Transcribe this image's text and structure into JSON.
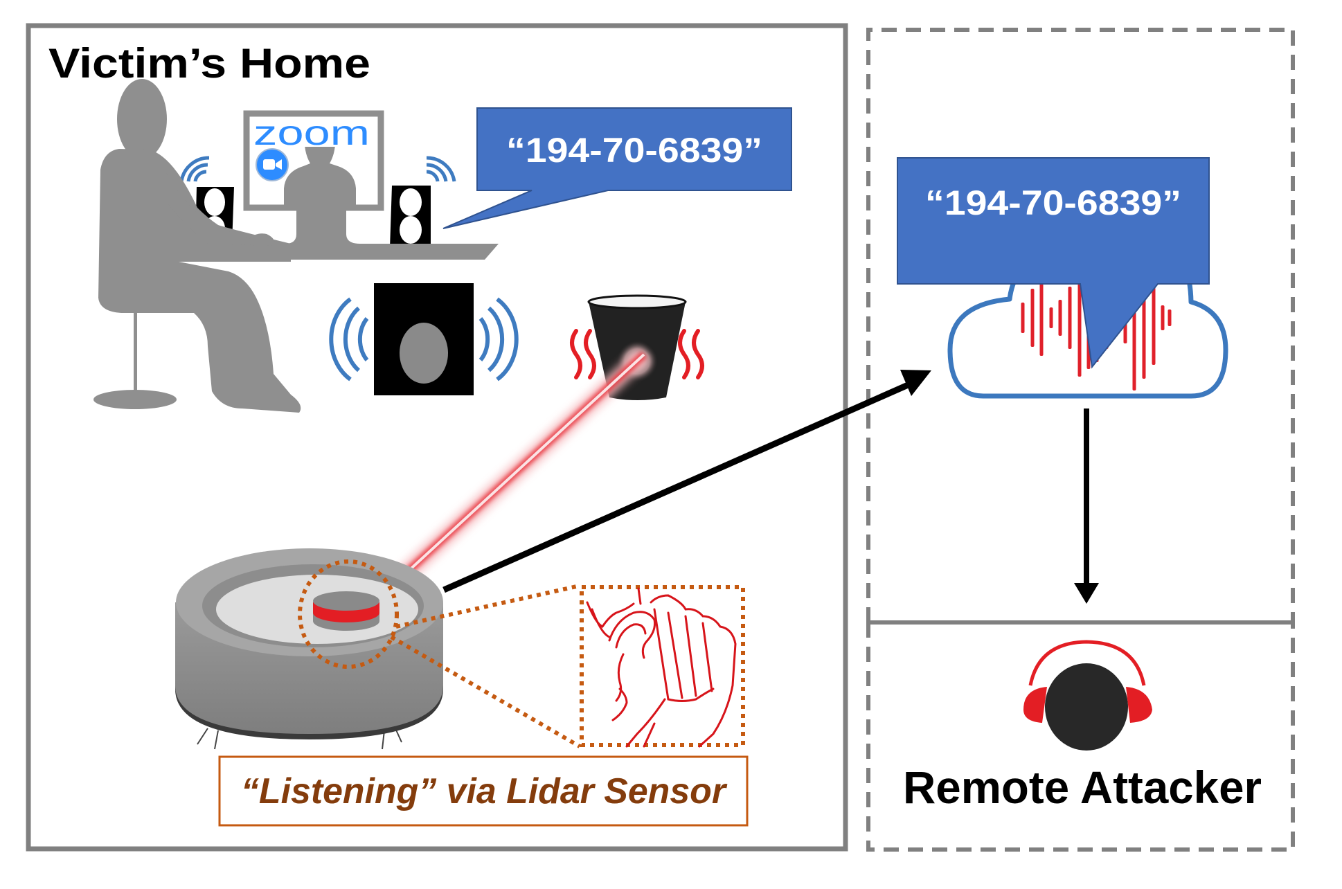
{
  "diagram": {
    "victim_panel": {
      "title": "Victim’s Home",
      "zoom_logo_text": "zoom",
      "speech_bubble_text": "“194-70-6839”",
      "caption": "“Listening” via Lidar Sensor",
      "icons": [
        "person-at-desk-icon",
        "computer-monitor-icon",
        "zoom-camera-icon",
        "desktop-speaker-left-icon",
        "desktop-speaker-right-icon",
        "subwoofer-icon",
        "cup-icon",
        "vibration-waves-icon",
        "laser-beam-icon",
        "robot-vacuum-icon",
        "lidar-sensor-icon",
        "ear-listening-icon"
      ]
    },
    "cloud_panel": {
      "speech_bubble_text": "“194-70-6839”",
      "icons": [
        "cloud-icon",
        "audio-waveform-icon"
      ]
    },
    "attacker_panel": {
      "label": "Remote Attacker",
      "icons": [
        "attacker-headphones-icon"
      ]
    },
    "flows": [
      {
        "from": "robot-vacuum",
        "to": "cloud",
        "style": "solid-arrow"
      },
      {
        "from": "cloud",
        "to": "remote-attacker",
        "style": "solid-arrow"
      }
    ],
    "colors": {
      "panel_border": "#808080",
      "callout_fill": "#4472C4",
      "callout_stroke": "#2F528F",
      "cloud_stroke": "#3C78BE",
      "waveform": "#E0202A",
      "orange_dotted": "#C55A11",
      "caption_text": "#843C0C",
      "silhouette": "#8F8F8F",
      "laser": "#E8303A",
      "headphone_red": "#E31E24",
      "head_dark": "#282828",
      "wave_blue": "#3E7BC0",
      "zoom_blue": "#2D8CFF"
    }
  }
}
